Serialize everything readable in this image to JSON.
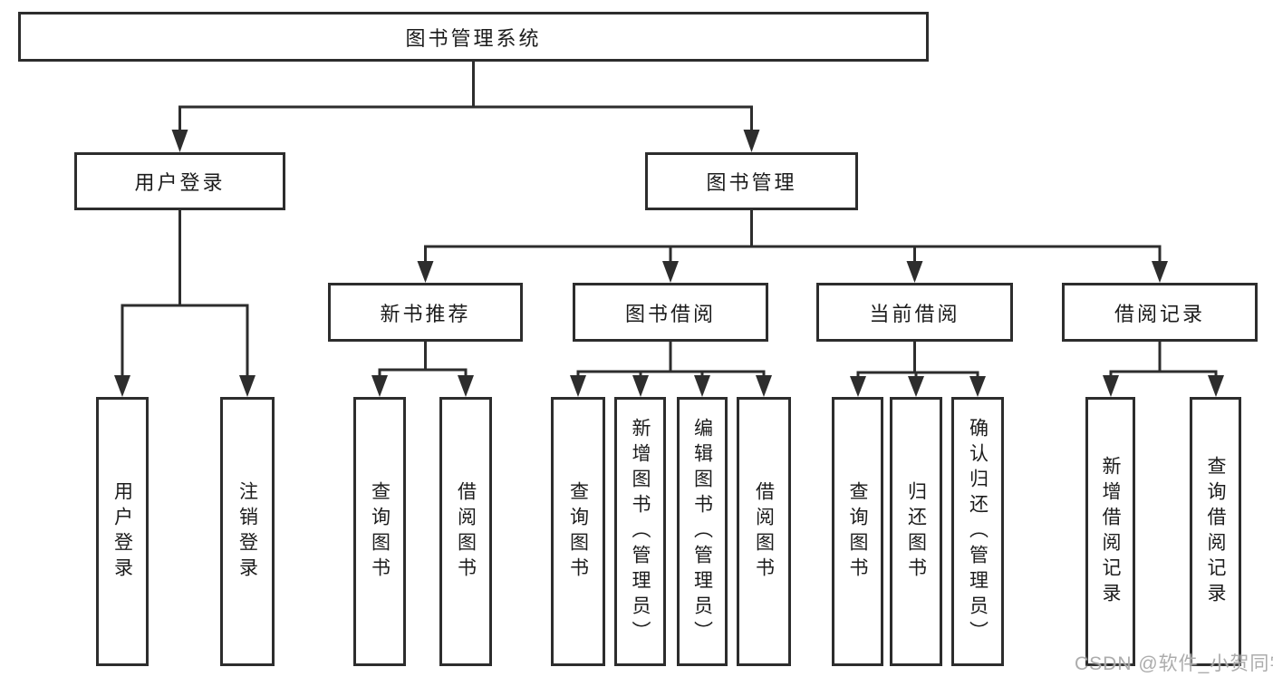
{
  "tree": {
    "root": {
      "label": "图书管理系统"
    },
    "branches": [
      {
        "label": "用户登录",
        "children": [
          {
            "label": "用户登录"
          },
          {
            "label": "注销登录"
          }
        ]
      },
      {
        "label": "图书管理",
        "children": [
          {
            "label": "新书推荐",
            "children": [
              {
                "label": "查询图书"
              },
              {
                "label": "借阅图书"
              }
            ]
          },
          {
            "label": "图书借阅",
            "children": [
              {
                "label": "查询图书"
              },
              {
                "label": "新增图书（管理员）"
              },
              {
                "label": "编辑图书（管理员）"
              },
              {
                "label": "借阅图书"
              }
            ]
          },
          {
            "label": "当前借阅",
            "children": [
              {
                "label": "查询图书"
              },
              {
                "label": "归还图书"
              },
              {
                "label": "确认归还（管理员）"
              }
            ]
          },
          {
            "label": "借阅记录",
            "children": [
              {
                "label": "新增借阅记录"
              },
              {
                "label": "查询借阅记录"
              }
            ]
          }
        ]
      }
    ]
  },
  "watermark": {
    "text": "CSDN @软件_小贺同学"
  },
  "colors": {
    "line": "#2d2d2d",
    "text": "#1c1c1c",
    "watermark": "#a8a8a8",
    "background": "#ffffff"
  }
}
